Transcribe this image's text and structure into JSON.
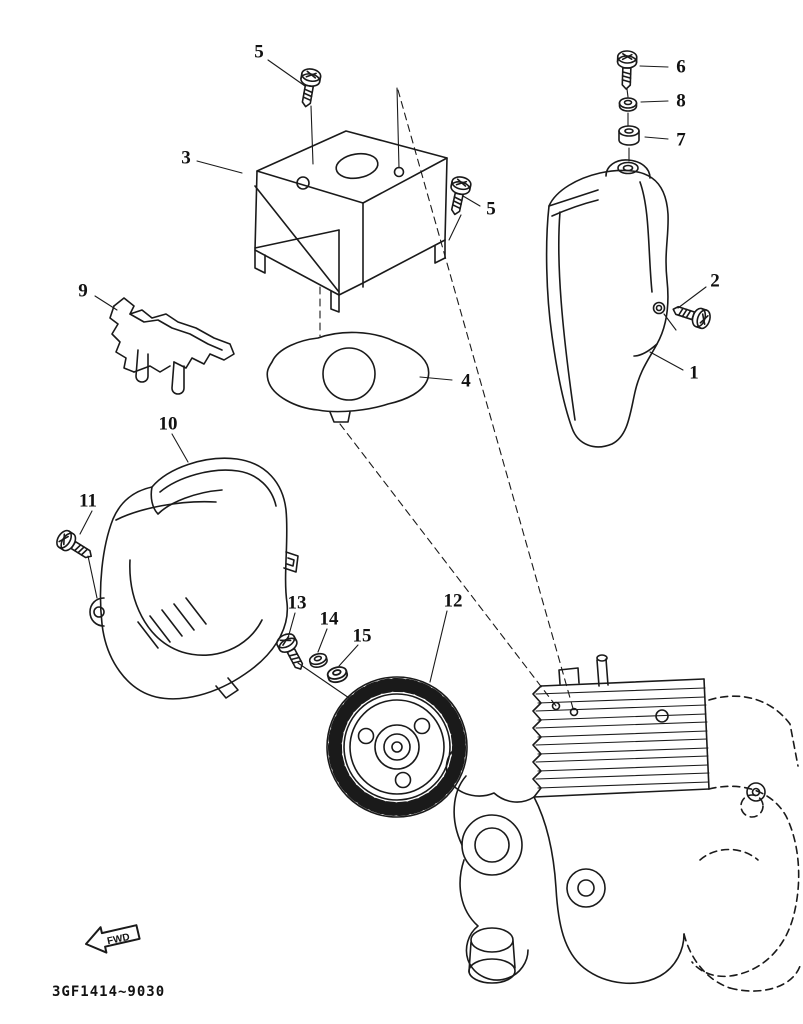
{
  "diagram": {
    "code": "3GF1414~9030",
    "fwd_label": "FWD",
    "colors": {
      "ink": "#1a1a1a",
      "background": "#ffffff"
    },
    "callouts": [
      {
        "label": "5"
      },
      {
        "label": "6"
      },
      {
        "label": "8"
      },
      {
        "label": "7"
      },
      {
        "label": "3"
      },
      {
        "label": "5"
      },
      {
        "label": "2"
      },
      {
        "label": "1"
      },
      {
        "label": "9"
      },
      {
        "label": "4"
      },
      {
        "label": "10"
      },
      {
        "label": "11"
      },
      {
        "label": "13"
      },
      {
        "label": "14"
      },
      {
        "label": "15"
      },
      {
        "label": "12"
      }
    ]
  }
}
